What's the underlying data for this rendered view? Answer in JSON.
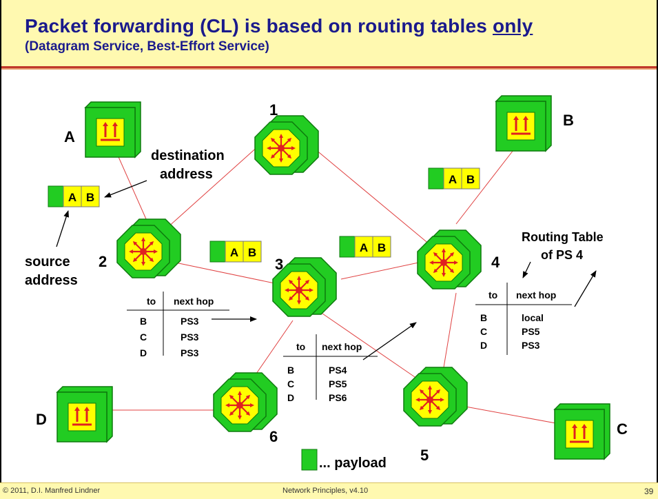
{
  "title": {
    "main": "Packet forwarding (CL) is based on routing tables ",
    "main_emph": "only",
    "sub": "(Datagram Service, Best-Effort Service)"
  },
  "footer": {
    "left": "© 2011, D.I. Manfred Lindner",
    "center": "Network Principles, v4.10",
    "page": "39"
  },
  "hosts": [
    "A",
    "B",
    "C",
    "D"
  ],
  "switches": [
    "1",
    "2",
    "3",
    "4",
    "5",
    "6"
  ],
  "packet": {
    "src": "A",
    "dst": "B"
  },
  "labels": {
    "dest_l1": "destination",
    "dest_l2": "address",
    "src_l1": "source",
    "src_l2": "address",
    "rt_l1": "Routing Table",
    "rt_l2": "of PS 4",
    "payload": "... payload"
  },
  "tables": {
    "ps2": {
      "h_to": "to",
      "h_next": "next hop",
      "rows": [
        [
          "B",
          "PS3"
        ],
        [
          "C",
          "PS3"
        ],
        [
          "D",
          "PS3"
        ]
      ]
    },
    "ps3": {
      "h_to": "to",
      "h_next": "next hop",
      "rows": [
        [
          "B",
          "PS4"
        ],
        [
          "C",
          "PS5"
        ],
        [
          "D",
          "PS6"
        ]
      ]
    },
    "ps4": {
      "h_to": "to",
      "h_next": "next hop",
      "rows": [
        [
          "B",
          "local"
        ],
        [
          "C",
          "PS5"
        ],
        [
          "D",
          "PS3"
        ]
      ]
    }
  },
  "colors": {
    "link": "#e04040",
    "box_green": "#22cc22",
    "box_yellow": "#ffff00",
    "arrow_red": "#e02020",
    "title": "#1a1a8c"
  }
}
